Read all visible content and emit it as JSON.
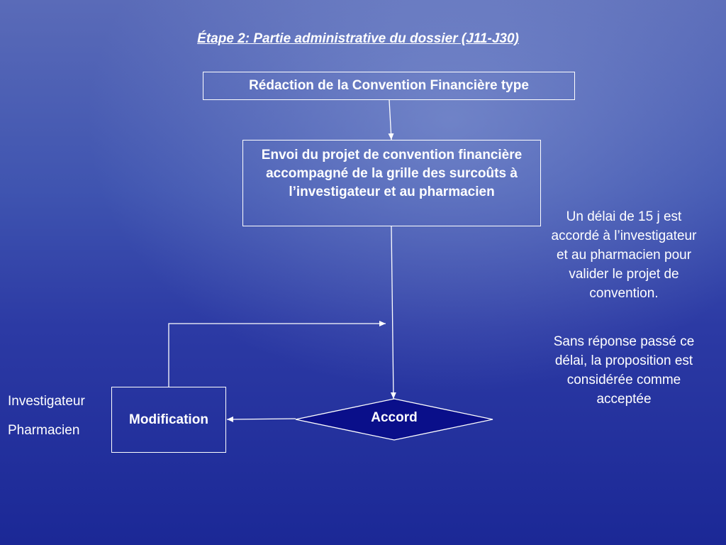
{
  "title": "Étape 2: Partie administrative du dossier  (J11-J30)",
  "nodes": {
    "redaction": "Rédaction de la Convention Financière type",
    "envoi": "Envoi du projet de convention financière accompagné de la grille des surcoûts à l’investigateur et au pharmacien",
    "modification": "Modification",
    "accord": "Accord"
  },
  "actors": {
    "investigateur": "Investigateur",
    "pharmacien": "Pharmacien"
  },
  "notes": {
    "delai": "Un délai de 15 j est accordé à l’investigateur et au pharmacien pour valider le projet de convention.",
    "sans_reponse": "Sans réponse passé ce délai, la proposition est considérée comme acceptée"
  },
  "colors": {
    "background_top": "#3a4aa8",
    "background_bottom": "#1e2a9c",
    "decision_fill": "#0a0f8a",
    "line": "#ffffff"
  }
}
